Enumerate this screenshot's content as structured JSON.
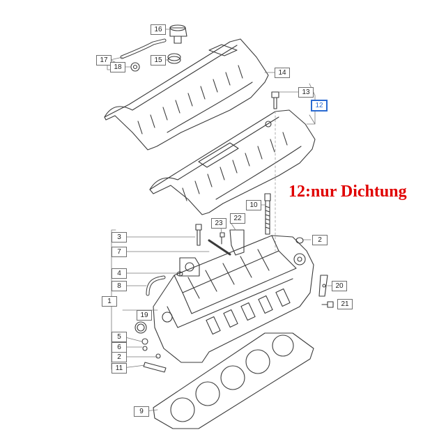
{
  "note": {
    "text": "12:nur Dichtung",
    "color": "#e00000"
  },
  "callouts": {
    "c1": "1",
    "c2a": "2",
    "c2b": "2",
    "c3": "3",
    "c4": "4",
    "c5": "5",
    "c6": "6",
    "c7": "7",
    "c8": "8",
    "c9": "9",
    "c10": "10",
    "c11": "11",
    "c12": "12",
    "c13": "13",
    "c14": "14",
    "c15": "15",
    "c16": "16",
    "c17": "17",
    "c18": "18",
    "c19": "19",
    "c20": "20",
    "c21": "21",
    "c22": "22",
    "c23": "23"
  },
  "colors": {
    "line": "#3a3a3a",
    "leader": "#777777",
    "highlight": "#2a6ad1"
  }
}
